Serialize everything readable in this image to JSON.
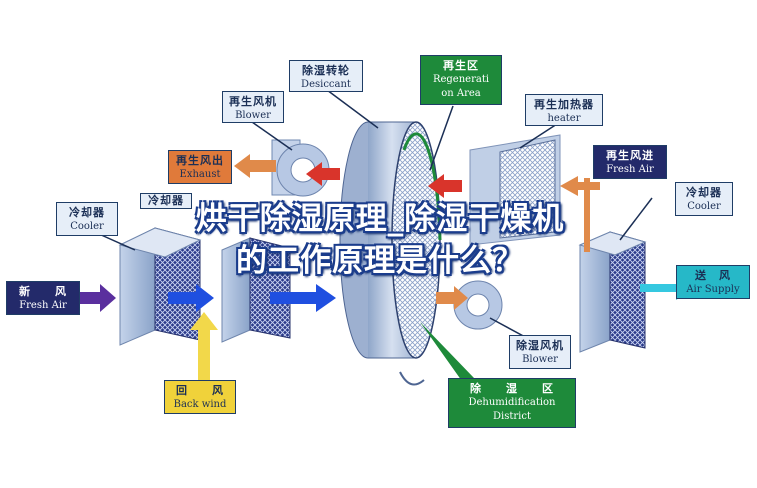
{
  "title_overlay": {
    "line1": "烘干除湿原理_除湿干燥机",
    "line2": "的工作原理是什么？"
  },
  "labels": {
    "desiccant": {
      "zh": "除湿转轮",
      "en": "Desiccant"
    },
    "regeneration_area": {
      "zh": "再生区",
      "en1": "Regenerati",
      "en2": "on Area"
    },
    "regen_blower": {
      "zh": "再生风机",
      "en": "Blower"
    },
    "regen_heater": {
      "zh": "再生加热器",
      "en": "heater"
    },
    "regen_exhaust": {
      "zh": "再生风出",
      "en": "Exhaust"
    },
    "regen_fresh_air": {
      "zh": "再生风进",
      "en": "Fresh Air"
    },
    "cooler_left": {
      "zh": "冷却器",
      "en": "Cooler"
    },
    "cooler_left_partial": {
      "zh": "冷却器"
    },
    "cooler_right": {
      "zh": "冷却器",
      "en": "Cooler"
    },
    "fresh_air": {
      "zh": "新　　风",
      "en": "Fresh Air"
    },
    "air_supply": {
      "zh": "送　风",
      "en": "Air Supply"
    },
    "back_wind": {
      "zh": "回　　风",
      "en": "Back wind"
    },
    "dehumid_blower": {
      "zh": "除湿风机",
      "en": "Blower"
    },
    "dehumid_district": {
      "zh": "除　　湿　　区",
      "en1": "Dehumidification",
      "en2": "District"
    }
  },
  "colors": {
    "green_label": "#1e8a3a",
    "orange_label": "#e07a3a",
    "navy_label": "#232a6a",
    "teal_label": "#26b8c8",
    "yellow_label": "#f0d23a",
    "purple_arrow": "#5a2f9e",
    "blue_arrow": "#1f4fe0",
    "red_arrow": "#d9342b",
    "orange_arrow": "#e08a4a",
    "cyan_arrow": "#35c8e0",
    "yellow_arrow": "#f2d84a"
  }
}
